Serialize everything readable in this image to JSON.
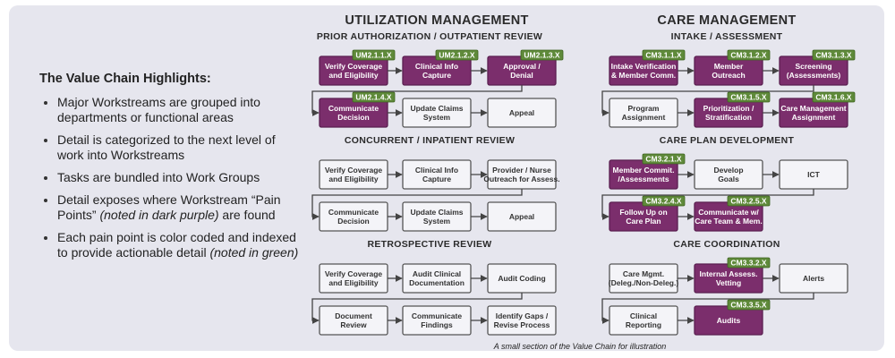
{
  "highlights": {
    "title": "The Value Chain Highlights:",
    "items": [
      {
        "text": "Major Workstreams are grouped into departments or functional areas",
        "note": ""
      },
      {
        "text": "Detail is categorized to the next level of work into Workstreams",
        "note": ""
      },
      {
        "text": "Tasks are bundled into Work Groups",
        "note": ""
      },
      {
        "text": "Detail exposes where Workstream “Pain Points” ",
        "note": "(noted in dark purple)",
        "tail": " are found"
      },
      {
        "text": "Each pain point is color coded and indexed to provide actionable detail ",
        "note": "(noted in green)"
      }
    ]
  },
  "departments": [
    {
      "name": "UTILIZATION MANAGEMENT",
      "sections": [
        {
          "title": "PRIOR AUTHORIZATION / OUTPATIENT REVIEW",
          "rows": [
            [
              {
                "label": "Verify Coverage|and Eligibility",
                "pain": true,
                "code": "UM2.1.1.X"
              },
              {
                "label": "Clinical Info|Capture",
                "pain": true,
                "code": "UM2.1.2.X"
              },
              {
                "label": "Approval /|Denial",
                "pain": true,
                "code": "UM2.1.3.X"
              }
            ],
            [
              {
                "label": "Communicate|Decision",
                "pain": true,
                "code": "UM2.1.4.X"
              },
              {
                "label": "Update Claims|System",
                "pain": false,
                "code": ""
              },
              {
                "label": "Appeal",
                "pain": false,
                "code": ""
              }
            ]
          ]
        },
        {
          "title": "CONCURRENT / INPATIENT REVIEW",
          "rows": [
            [
              {
                "label": "Verify Coverage|and Eligibility",
                "pain": false,
                "code": ""
              },
              {
                "label": "Clinical Info|Capture",
                "pain": false,
                "code": ""
              },
              {
                "label": "Provider / Nurse|Outreach for Assess.",
                "pain": false,
                "code": ""
              }
            ],
            [
              {
                "label": "Communicate|Decision",
                "pain": false,
                "code": ""
              },
              {
                "label": "Update Claims|System",
                "pain": false,
                "code": ""
              },
              {
                "label": "Appeal",
                "pain": false,
                "code": ""
              }
            ]
          ]
        },
        {
          "title": "RETROSPECTIVE REVIEW",
          "rows": [
            [
              {
                "label": "Verify Coverage|and Eligibility",
                "pain": false,
                "code": ""
              },
              {
                "label": "Audit Clinical|Documentation",
                "pain": false,
                "code": ""
              },
              {
                "label": "Audit Coding",
                "pain": false,
                "code": ""
              }
            ],
            [
              {
                "label": "Document|Review",
                "pain": false,
                "code": ""
              },
              {
                "label": "Communicate|Findings",
                "pain": false,
                "code": ""
              },
              {
                "label": "Identify Gaps /|Revise Process",
                "pain": false,
                "code": ""
              }
            ]
          ]
        }
      ]
    },
    {
      "name": "CARE MANAGEMENT",
      "sections": [
        {
          "title": "INTAKE / ASSESSMENT",
          "rows": [
            [
              {
                "label": "Intake Verification|& Member Comm.",
                "pain": true,
                "code": "CM3.1.1.X"
              },
              {
                "label": "Member|Outreach",
                "pain": true,
                "code": "CM3.1.2.X"
              },
              {
                "label": "Screening|(Assessments)",
                "pain": true,
                "code": "CM3.1.3.X"
              }
            ],
            [
              {
                "label": "Program|Assignment",
                "pain": false,
                "code": ""
              },
              {
                "label": "Prioritization /|Stratification",
                "pain": true,
                "code": "CM3.1.5.X"
              },
              {
                "label": "Care Management|Assignment",
                "pain": true,
                "code": "CM3.1.6.X"
              }
            ]
          ]
        },
        {
          "title": "CARE PLAN DEVELOPMENT",
          "rows": [
            [
              {
                "label": "Member Commit.|/Assessments",
                "pain": true,
                "code": "CM3.2.1.X"
              },
              {
                "label": "Develop|Goals",
                "pain": false,
                "code": ""
              },
              {
                "label": "ICT",
                "pain": false,
                "code": ""
              }
            ],
            [
              {
                "label": "Follow Up on|Care Plan",
                "pain": true,
                "code": "CM3.2.4.X"
              },
              {
                "label": "Communicate w/|Care Team & Mem.",
                "pain": true,
                "code": "CM3.2.5.X"
              }
            ]
          ]
        },
        {
          "title": "CARE COORDINATION",
          "rows": [
            [
              {
                "label": "Care Mgmt.|(Deleg./Non-Deleg.)",
                "pain": false,
                "code": ""
              },
              {
                "label": "Internal Assess.|Vetting",
                "pain": true,
                "code": "CM3.3.2.X"
              },
              {
                "label": "Alerts",
                "pain": false,
                "code": ""
              }
            ],
            [
              {
                "label": "Clinical|Reporting",
                "pain": false,
                "code": ""
              },
              {
                "label": "Audits",
                "pain": true,
                "code": "CM3.3.5.X"
              }
            ]
          ]
        }
      ]
    }
  ],
  "caption": "A small section of the Value Chain for illustration",
  "colors": {
    "pain": "#7b2e6c",
    "badge": "#5f8a3a",
    "normal": "#f4f4f8"
  }
}
